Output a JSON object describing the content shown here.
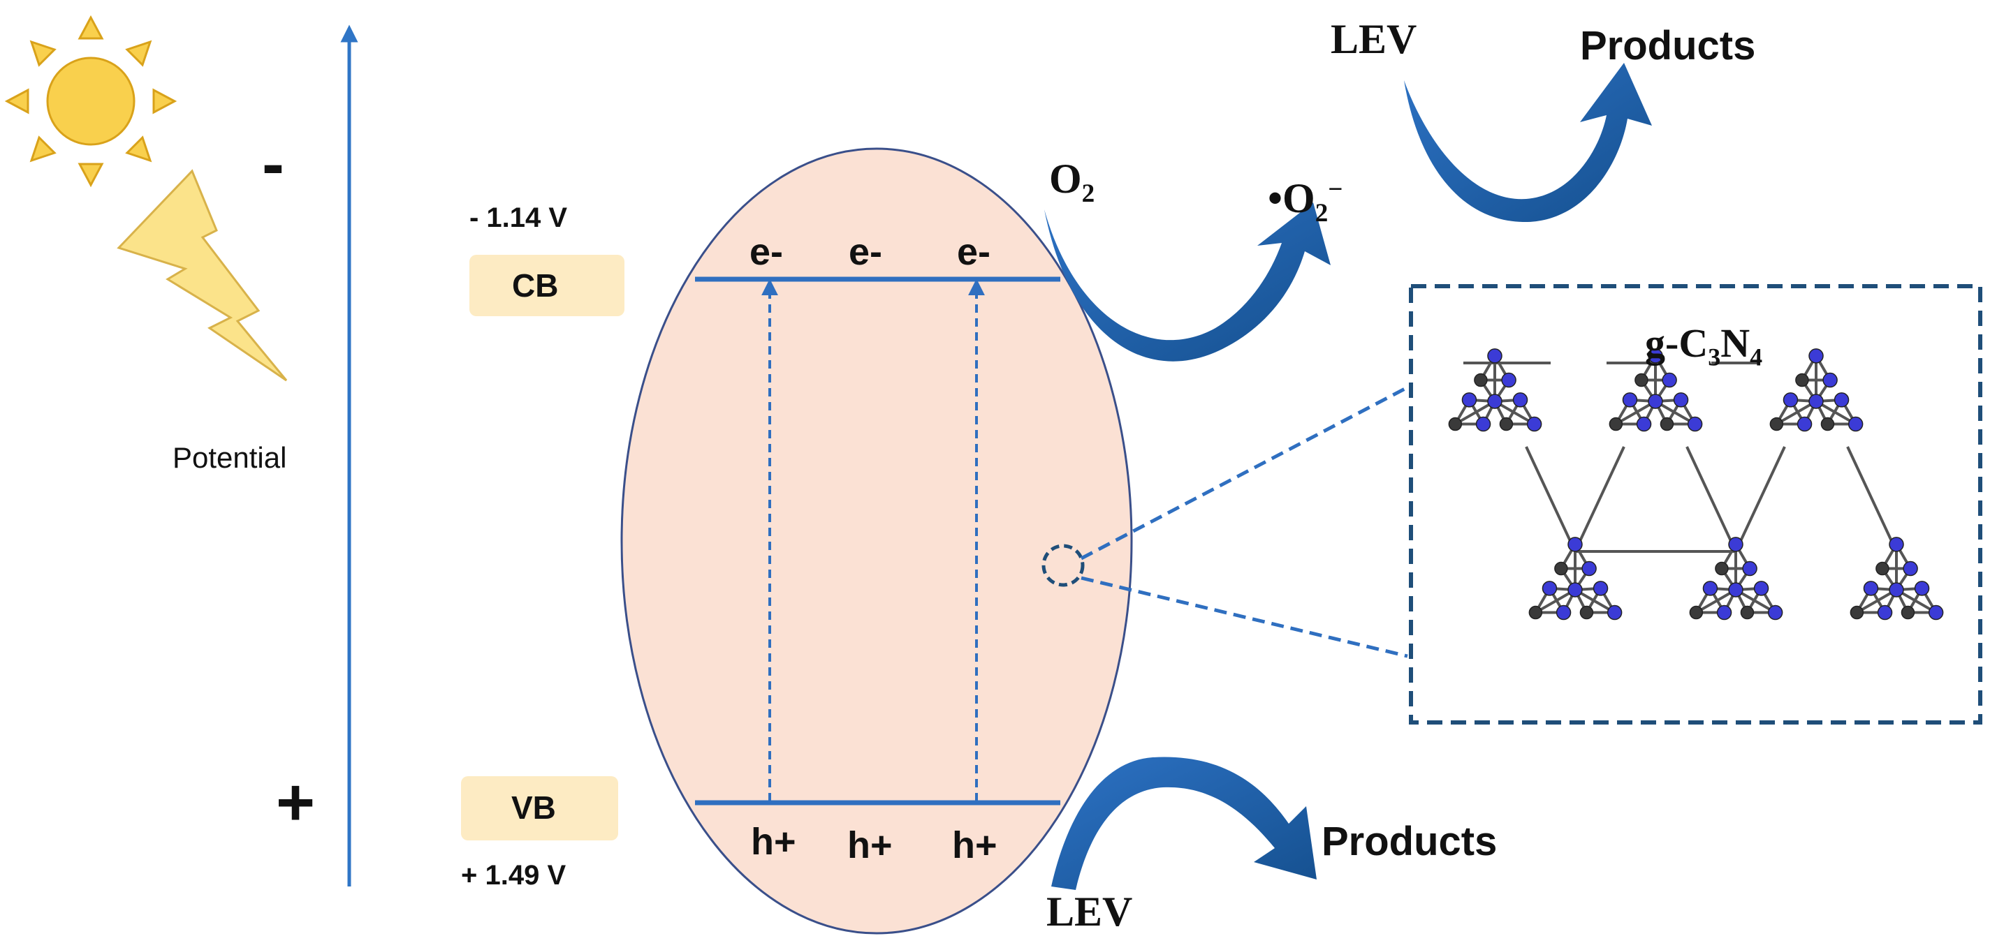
{
  "axis": {
    "label": "Potential",
    "minus_sign": "-",
    "plus_sign": "+"
  },
  "bands": {
    "cb": {
      "label": "CB",
      "potential": "- 1.14 V"
    },
    "vb": {
      "label": "VB",
      "potential": "+ 1.49 V"
    }
  },
  "carriers": {
    "electrons": [
      "e-",
      "e-",
      "e-"
    ],
    "holes": [
      "h+",
      "h+",
      "h+"
    ]
  },
  "reactions": {
    "reduction": {
      "reactant_base": "O",
      "reactant_sub": "2",
      "radical_prefix": "•O",
      "radical_sub": "2",
      "radical_sup": "−",
      "pollutant": "LEV",
      "product": "Products"
    },
    "oxidation": {
      "pollutant": "LEV",
      "product": "Products"
    }
  },
  "inset": {
    "title_prefix": "g-C",
    "title_sub1": "3",
    "title_mid": "N",
    "title_sub2": "4"
  },
  "colors": {
    "axis_blue": "#2f75c6",
    "band_line": "#2f6fc0",
    "arrow_blue": "#1f5ea8",
    "particle_fill": "#fbe1d4",
    "band_label_bg": "#fdebc3",
    "sun": "#f9d04d",
    "bolt": "#fbe38a",
    "inset_border": "#1f4e79",
    "carbon": "#3a3a3a",
    "nitrogen": "#3b3bd6"
  },
  "icons": [
    "sun-icon",
    "lightning-icon"
  ]
}
